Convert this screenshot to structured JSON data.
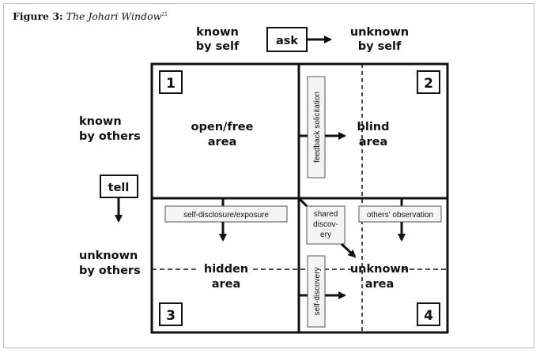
{
  "caption": {
    "figure_label": "Figure 3:",
    "title": "The Johari Window",
    "footnote": "21"
  },
  "axis": {
    "known_by_self": [
      "known",
      "by self"
    ],
    "unknown_by_self": [
      "unknown",
      "by self"
    ],
    "known_by_others": [
      "known",
      "by others"
    ],
    "unknown_by_others": [
      "unknown",
      "by others"
    ],
    "ask": "ask",
    "tell": "tell"
  },
  "quadrants": [
    {
      "number": "1",
      "label": [
        "open/free",
        "area"
      ]
    },
    {
      "number": "2",
      "label": [
        "blind",
        "area"
      ]
    },
    {
      "number": "3",
      "label": [
        "hidden",
        "area"
      ]
    },
    {
      "number": "4",
      "label": [
        "unknown",
        "area"
      ]
    }
  ],
  "processes": {
    "feedback": "feedback solicitation",
    "self_disclosure": "self-disclosure/exposure",
    "shared_discovery": [
      "shared",
      "discov-",
      "ery"
    ],
    "others_observation": "others' observation",
    "self_discovery": "self-discovery"
  },
  "colors": {
    "line": "#111111",
    "box_fill": "#f4f4f4",
    "frame": "#bdbdbd"
  }
}
